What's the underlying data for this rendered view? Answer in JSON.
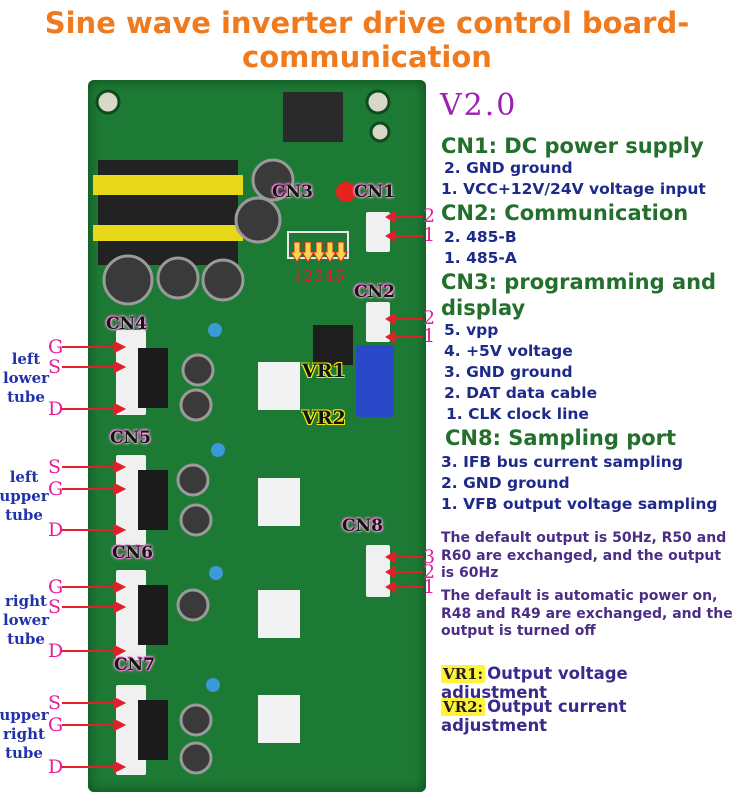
{
  "title": {
    "line1": "Sine wave inverter drive control board-",
    "line2": "communication"
  },
  "version": "V2.0",
  "specs": {
    "cn1": {
      "header": "CN1: DC power supply",
      "items": [
        "2. GND ground",
        "1. VCC+12V/24V voltage input"
      ]
    },
    "cn2": {
      "header": "CN2: Communication",
      "items": [
        "2. 485-B",
        "1. 485-A"
      ]
    },
    "cn3": {
      "header_line1": "CN3: programming and",
      "header_line2": "display",
      "items": [
        "5. vpp",
        "4. +5V voltage",
        "3. GND ground",
        "2. DAT data cable",
        "1. CLK clock line"
      ]
    },
    "cn8": {
      "header": "CN8: Sampling port",
      "items": [
        "3. IFB bus current sampling",
        "2. GND ground",
        "1. VFB output voltage sampling"
      ]
    }
  },
  "notes": {
    "default_output": "The default output is 50Hz, R50 and R60 are exchanged, and the output is 60Hz",
    "default_power": "The default is automatic power on, R48 and R49 are exchanged, and the output is turned off"
  },
  "adjustments": [
    {
      "tag": "VR1:",
      "text": "Output voltage adjustment"
    },
    {
      "tag": "VR2:",
      "text": "Output current adjustment"
    }
  ],
  "board_labels": {
    "cn1": "CN1",
    "cn2": "CN2",
    "cn3": "CN3",
    "cn4": "CN4",
    "cn5": "CN5",
    "cn6": "CN6",
    "cn7": "CN7",
    "cn8": "CN8",
    "vr1": "VR1",
    "vr2": "VR2",
    "cn3_pins": "12345"
  },
  "pin_numbers": {
    "cn1": [
      "2",
      "1"
    ],
    "cn2": [
      "2",
      "1"
    ],
    "cn8": [
      "3",
      "2",
      "1"
    ]
  },
  "tubes": [
    {
      "label": "left lower tube",
      "pins": [
        "G",
        "S",
        "D"
      ]
    },
    {
      "label": "left upper tube",
      "pins": [
        "S",
        "G",
        "D"
      ]
    },
    {
      "label": "right lower tube",
      "pins": [
        "G",
        "S",
        "D"
      ]
    },
    {
      "label": "upper right tube",
      "pins": [
        "S",
        "G",
        "D"
      ]
    }
  ],
  "colors": {
    "title": "#f07a1e",
    "version": "#9b1fb0",
    "header": "#23702c",
    "item": "#1e2a8a",
    "pcb": "#1d7a34",
    "arrow": "#e0202a",
    "pin_letter": "#e81b9a"
  }
}
